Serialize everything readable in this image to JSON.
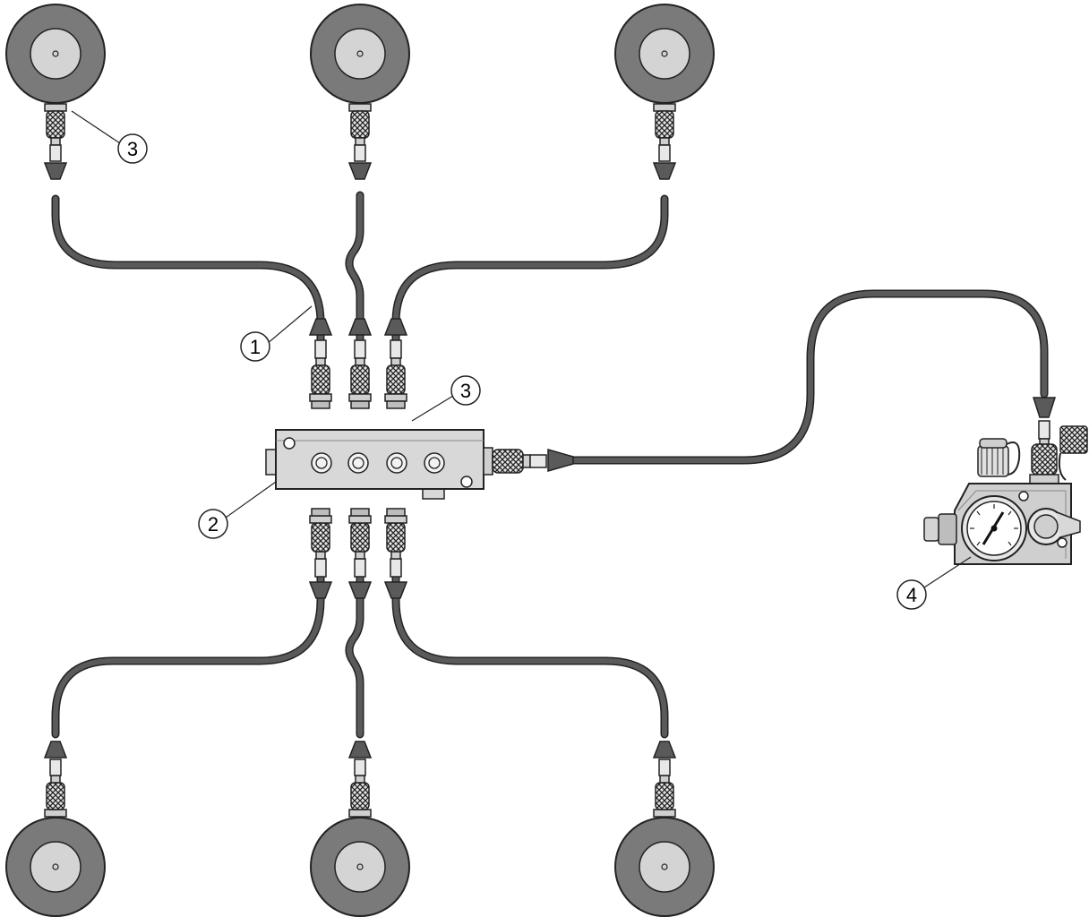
{
  "diagram": {
    "palette": {
      "hose": "#5a5a5a",
      "cylinder_body": "#7a7a7a",
      "cylinder_face": "#d4d4d4",
      "metal": "#cfcfcf",
      "dark": "#202020",
      "background": "#ffffff"
    },
    "callouts": [
      {
        "id": "1",
        "label": "1"
      },
      {
        "id": "2",
        "label": "2"
      },
      {
        "id": "3a",
        "label": "3"
      },
      {
        "id": "3b",
        "label": "3"
      },
      {
        "id": "4",
        "label": "4"
      }
    ]
  }
}
